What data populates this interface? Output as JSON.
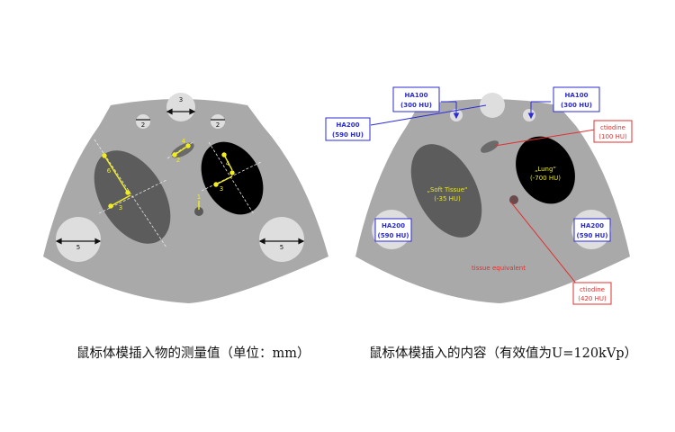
{
  "left_panel": {
    "caption": "鼠标体模插入物的测量值（单位：mm）",
    "dimensions": {
      "top_insert": "3",
      "small_left": "2",
      "small_right": "2",
      "bottom_left": "5",
      "bottom_right": "5",
      "soft_tissue_long": "6",
      "soft_tissue_short": "3",
      "lung_long": "4",
      "lung_short": "3",
      "small_iodine_long": "4",
      "small_iodine_short": "2",
      "iodine_dot": "1"
    }
  },
  "right_panel": {
    "caption": "鼠标体模插入的内容（有效值为U=120kVp）",
    "labels": {
      "ha100_left": {
        "line1": "HA100",
        "line2": "(300 HU)"
      },
      "ha100_right": {
        "line1": "HA100",
        "line2": "(300 HU)"
      },
      "ha200_top": {
        "line1": "HA200",
        "line2": "(590 HU)"
      },
      "ha200_left": {
        "line1": "HA200",
        "line2": "(590 HU)"
      },
      "ha200_right": {
        "line1": "HA200",
        "line2": "(590 HU)"
      },
      "iodine_top": {
        "line1": "ctiodine",
        "line2": "(100 HU)"
      },
      "iodine_bottom": {
        "line1": "ctiodine",
        "line2": "(420 HU)"
      },
      "soft_tissue": {
        "line1": "„Soft Tissue“",
        "line2": "(-35 HU)"
      },
      "lung": {
        "line1": "„Lung“",
        "line2": "(-700 HU)"
      },
      "tissue_equivalent": "tissue equivalent"
    }
  },
  "colors": {
    "phantom": "#a9a9a9",
    "insert_light": "#dedede",
    "soft_tissue": "#5c5c5c",
    "lung": "#000000",
    "measure": "#f2ee1e",
    "ha_label": "#2b2bd6",
    "iodine_label": "#e03030"
  }
}
